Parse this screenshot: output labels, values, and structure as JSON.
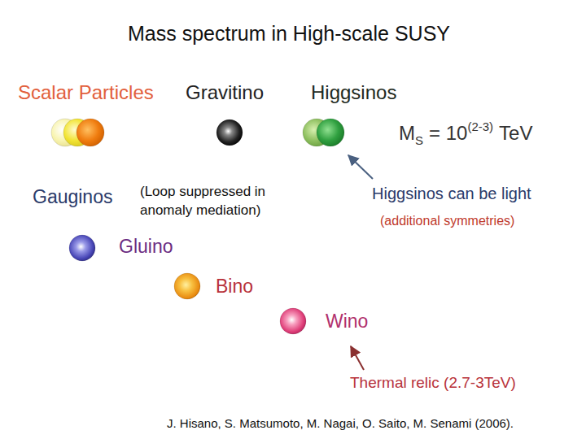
{
  "diagram": {
    "title": "Mass spectrum in High-scale SUSY",
    "nodes": [
      {
        "text": [
          "Scalar Particles"
        ]
      },
      {
        "text": [
          "Gravitino"
        ]
      },
      {
        "text": [
          "Higgsinos"
        ]
      },
      {
        "text": [
          "Gluino"
        ]
      },
      {
        "text": [
          "Bino"
        ]
      },
      {
        "text": [
          "Wino"
        ]
      }
    ],
    "labels": [
      "M",
      "S",
      "= 10",
      "(2-3)",
      "TeV",
      "Gauginos",
      "(Loop suppressed in anomaly mediation)",
      "Higgsinos can be light",
      "(additional symmetries)",
      "Thermal relic (2.7-3TeV)",
      "J. Hisano, S. Matsumoto, M. Nagai, O. Saito, M. Senami (2006)."
    ]
  }
}
